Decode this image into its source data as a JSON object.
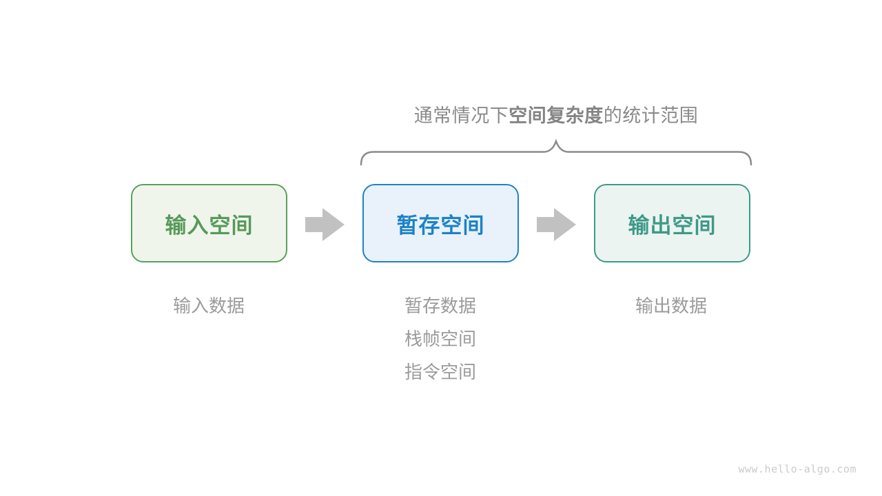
{
  "title": {
    "prefix": "通常情况下",
    "emphasis": "空间复杂度",
    "suffix": "的统计范围"
  },
  "boxes": [
    {
      "label": "输入空间",
      "border_color": "#5c9e5e",
      "fill_color": "#f0f5ec",
      "text_color": "#569a58"
    },
    {
      "label": "暂存空间",
      "border_color": "#1c82c8",
      "fill_color": "#e9f2fb",
      "text_color": "#1c82c8"
    },
    {
      "label": "输出空间",
      "border_color": "#3e9988",
      "fill_color": "#ebf4f0",
      "text_color": "#3e9988"
    }
  ],
  "captions": {
    "input": [
      "输入数据"
    ],
    "temp": [
      "暂存数据",
      "栈帧空间",
      "指令空间"
    ],
    "output": [
      "输出数据"
    ]
  },
  "decorations": {
    "brace_color": "#8c8c8c",
    "arrow_color": "#c1c1c1"
  },
  "watermark": "www.hello-algo.com"
}
